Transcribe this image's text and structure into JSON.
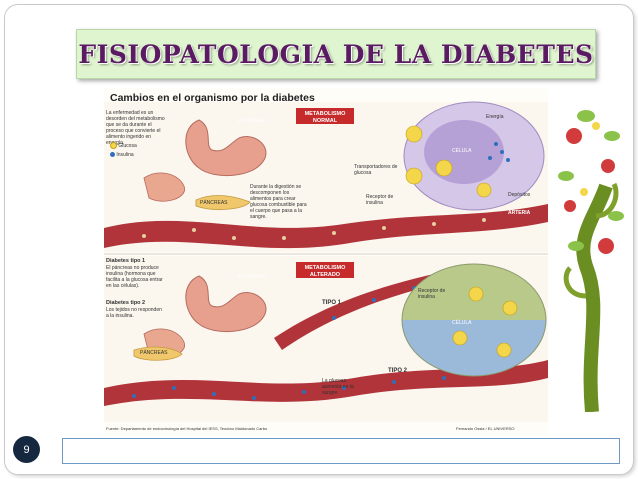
{
  "slide": {
    "title": "FISIOPATOLOGIA DE LA DIABETES",
    "page_number": "9"
  },
  "infographic": {
    "heading": "Cambios en el organismo por la diabetes",
    "intro": "La enfermedad es un desorden del metabolismo que se da durante el proceso que convierte el alimento ingerido en energía.",
    "legend": {
      "glucose": "Glucosa",
      "insulin": "Insulina"
    },
    "normal": {
      "box": "METABOLISMO NORMAL",
      "stomach": "ESTÓMAGO",
      "pancreas": "PÁNCREAS",
      "digestion_note": "Durante la digestión se descomponen los alimentos para crear glucosa combustible para el cuerpo que pasa a la sangre.",
      "cell": "CÉLULA",
      "energy": "Energía",
      "transporters": "Transportadores de glucosa",
      "receptor": "Receptor de insulina",
      "deposits": "Depósitos",
      "artery": "ARTERIA"
    },
    "altered": {
      "box": "METABOLISMO ALTERADO",
      "stomach": "ESTÓMAGO",
      "pancreas": "PÁNCREAS",
      "type1_title": "Diabetes tipo 1",
      "type1_text": "El páncreas no produce insulina (hormona que facilita a la glucosa entrar en las células).",
      "type2_title": "Diabetes tipo 2",
      "type2_text": "Los tejidos no responden a la insulina.",
      "tipo1": "TIPO 1",
      "tipo2": "TIPO 2",
      "receptor": "Receptor de insulina",
      "cell": "CÉLULA",
      "glucose_note": "La glucosa aumenta en la sangre"
    },
    "source": "Fuente: Departamento de endocrinología del Hospital del IESS, Teodoro Maldonado Carbo",
    "credit": "Fernando Ossia / EL UNIVERSO"
  },
  "colors": {
    "title_bg": "#dff5cf",
    "title_text": "#5a1b63",
    "badge_bg": "#16283f",
    "artery": "#b0343a",
    "alert_red": "#c62a2a"
  }
}
